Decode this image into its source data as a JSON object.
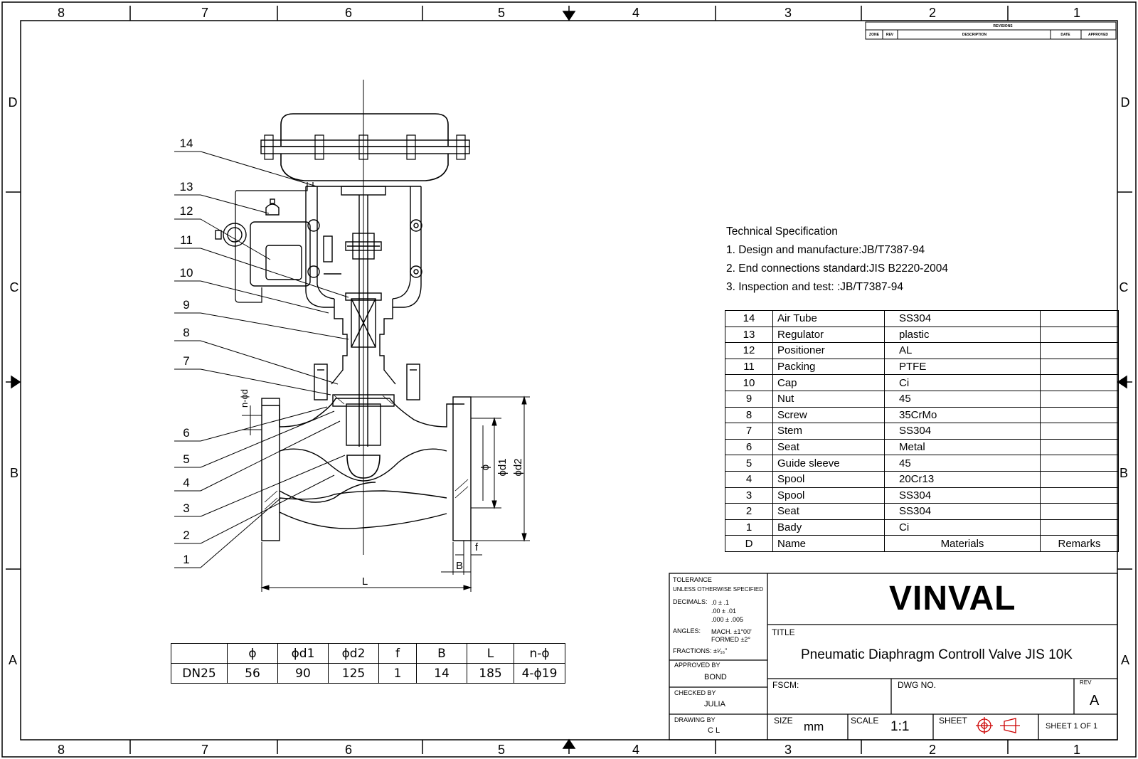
{
  "border": {
    "zones_columns": [
      "8",
      "7",
      "6",
      "5",
      "4",
      "3",
      "2",
      "1"
    ],
    "zones_rows": [
      "D",
      "C",
      "B",
      "A"
    ]
  },
  "revisions": {
    "title": "REVISIONS",
    "headers": [
      "ZONE",
      "REV",
      "DESCRIPTION",
      "DATE",
      "APPROVED"
    ]
  },
  "spec": {
    "title": "Technical Specification",
    "lines": [
      "1. Design and manufacture:JB/T7387-94",
      "2. End connections standard:JIS B2220-2004",
      "3. Inspection and test: :JB/T7387-94"
    ]
  },
  "parts": {
    "rows": [
      {
        "no": "14",
        "name": "Air Tube",
        "material": "SS304",
        "remarks": ""
      },
      {
        "no": "13",
        "name": "Regulator",
        "material": "plastic",
        "remarks": ""
      },
      {
        "no": "12",
        "name": "Positioner",
        "material": "AL",
        "remarks": ""
      },
      {
        "no": "11",
        "name": "Packing",
        "material": "PTFE",
        "remarks": ""
      },
      {
        "no": "10",
        "name": "Cap",
        "material": "Ci",
        "remarks": ""
      },
      {
        "no": "9",
        "name": "Nut",
        "material": "45",
        "remarks": ""
      },
      {
        "no": "8",
        "name": "Screw",
        "material": "35CrMo",
        "remarks": ""
      },
      {
        "no": "7",
        "name": "Stem",
        "material": "SS304",
        "remarks": ""
      },
      {
        "no": "6",
        "name": "Seat",
        "material": "Metal",
        "remarks": ""
      },
      {
        "no": "5",
        "name": "Guide sleeve",
        "material": "45",
        "remarks": ""
      },
      {
        "no": "4",
        "name": "Spool",
        "material": "20Cr13",
        "remarks": ""
      },
      {
        "no": "3",
        "name": "Spool",
        "material": "SS304",
        "remarks": ""
      },
      {
        "no": "2",
        "name": "Seat",
        "material": "SS304",
        "remarks": ""
      },
      {
        "no": "1",
        "name": "Bady",
        "material": "Ci",
        "remarks": ""
      }
    ],
    "header": {
      "no": "D",
      "name": "Name",
      "material": "Materials",
      "remarks": "Remarks"
    }
  },
  "dimensions": {
    "headers": [
      "",
      "ϕ",
      "ϕd1",
      "ϕd2",
      "f",
      "B",
      "L",
      "n-ϕ"
    ],
    "rows": [
      [
        "DN25",
        "56",
        "90",
        "125",
        "1",
        "14",
        "185",
        "4-ϕ19"
      ]
    ]
  },
  "drawing_labels": {
    "balloons": [
      "14",
      "13",
      "12",
      "11",
      "10",
      "9",
      "8",
      "7",
      "6",
      "5",
      "4",
      "3",
      "2",
      "1"
    ],
    "dim_phi": "ϕ",
    "dim_d1": "ϕd1",
    "dim_d2": "ϕd2",
    "dim_f": "f",
    "dim_B": "B",
    "dim_L": "L",
    "dim_nphid": "n-ϕd"
  },
  "title_block": {
    "tolerance": "TOLERANCE",
    "unless": "UNLESS OTHERWISE SPECIFIED",
    "decimals_label": "DECIMALS:",
    "decimals_values": [
      ".0 ± .1",
      ".00 ± .01",
      ".000 ± .005"
    ],
    "angles_label": "ANGLES:",
    "angles_values": [
      "MACH. ±1°00'",
      "FORMED ±2°"
    ],
    "fractions": "FRACTIONS:  ±¹⁄₁₆\"",
    "approved_by_label": "APPROVED BY",
    "approved_by": "BOND",
    "checked_by_label": "CHECKED BY",
    "checked_by": "JULIA",
    "drawing_by_label": "DRAWING BY",
    "drawing_by": "C L",
    "company": "VINVAL",
    "title_label": "TITLE",
    "title": "Pneumatic Diaphragm Controll Valve JIS 10K",
    "fscm_label": "FSCM:",
    "dwg_no_label": "DWG NO.",
    "rev_label": "REV",
    "rev": "A",
    "size_label": "SIZE",
    "size": "mm",
    "scale_label": "SCALE",
    "scale": "1:1",
    "sheet_label": "SHEET",
    "sheet_text": "SHEET 1 OF 1"
  }
}
